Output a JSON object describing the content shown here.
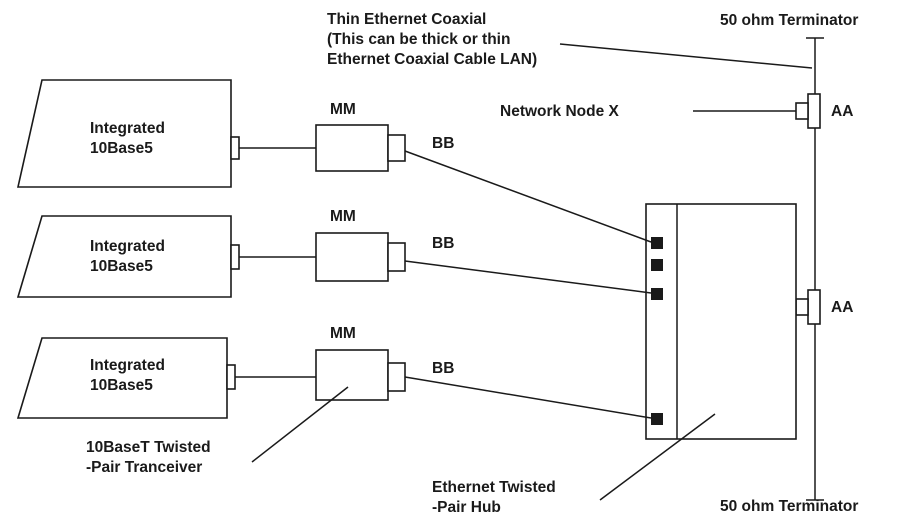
{
  "labels": {
    "coax_line1": "Thin Ethernet Coaxial",
    "coax_line2": "(This can be thick or thin",
    "coax_line3": "Ethernet Coaxial Cable LAN)",
    "terminator_top": "50 ohm Terminator",
    "terminator_bottom": "50 ohm Terminator",
    "network_node": "Network Node X",
    "aa_top": "AA",
    "aa_bottom": "AA",
    "transceiver_line1": "10BaseT Twisted",
    "transceiver_line2": "-Pair Tranceiver",
    "hub_line1": "Ethernet Twisted",
    "hub_line2": "-Pair Hub"
  },
  "devices": [
    {
      "name_line1": "Integrated",
      "name_line2": "10Base5",
      "mm": "MM",
      "bb": "BB"
    },
    {
      "name_line1": "Integrated",
      "name_line2": "10Base5",
      "mm": "MM",
      "bb": "BB"
    },
    {
      "name_line1": "Integrated",
      "name_line2": "10Base5",
      "mm": "MM",
      "bb": "BB"
    }
  ]
}
